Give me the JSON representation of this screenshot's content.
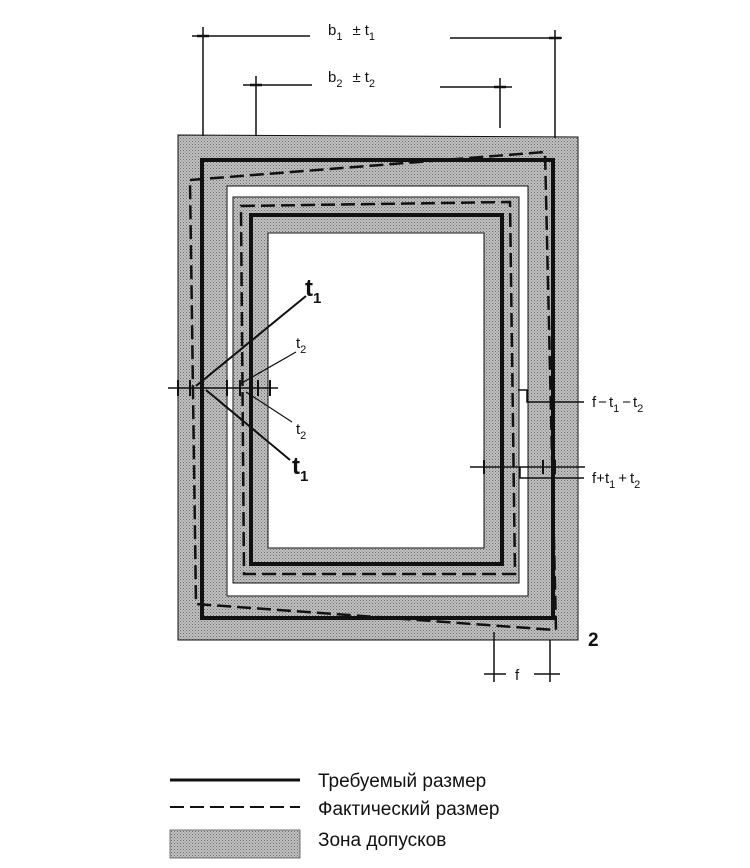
{
  "dimensions": {
    "outer": {
      "base": "b",
      "base_sub": "1",
      "pm": "±",
      "tol": "t",
      "tol_sub": "1"
    },
    "inner": {
      "base": "b",
      "base_sub": "2",
      "pm": "±",
      "tol": "t",
      "tol_sub": "2"
    }
  },
  "labels": {
    "t1_upper": {
      "base": "t",
      "sub": "1"
    },
    "t2_upper": {
      "base": "t",
      "sub": "2"
    },
    "t2_lower": {
      "base": "t",
      "sub": "2"
    },
    "t1_lower": {
      "base": "t",
      "sub": "1"
    },
    "f_minus": {
      "a": "f",
      "op1": "−",
      "t1": "t",
      "s1": "1",
      "op2": "−",
      "t2": "t",
      "s2": "2"
    },
    "f_plus": {
      "a": "f",
      "op1": "+",
      "t1": "t",
      "s1": "1",
      "op2": "+",
      "t2": "t",
      "s2": "2"
    },
    "f_bottom": "f",
    "figure_number": "2"
  },
  "legend": [
    {
      "style": "solid",
      "label": "Требуемый размер"
    },
    {
      "style": "dashed",
      "label": "Фактический размер"
    },
    {
      "style": "hatch",
      "label": "Зона допусков"
    }
  ],
  "colors": {
    "ink": "#111111",
    "tolerance_fill": "#b4b4b4",
    "background": "#ffffff"
  }
}
